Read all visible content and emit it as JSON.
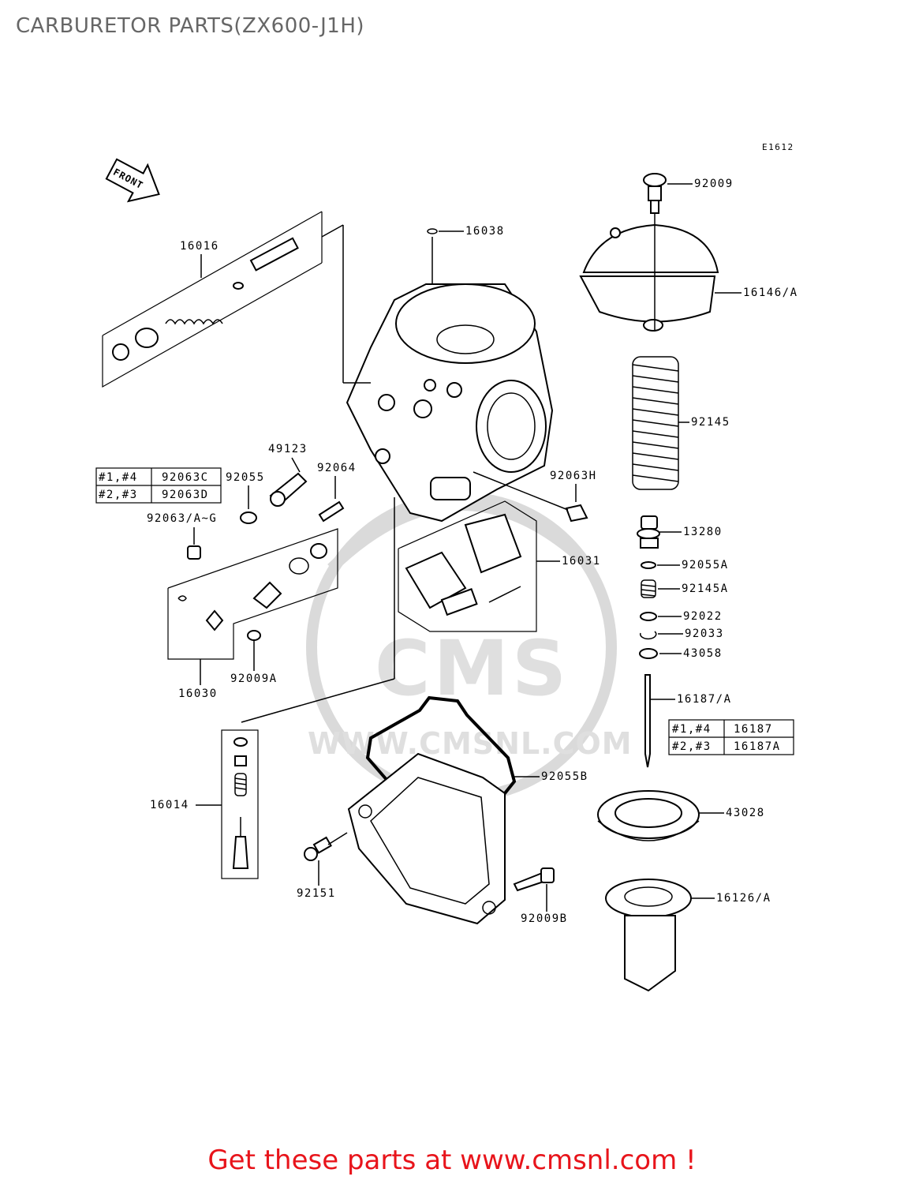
{
  "title": "CARBURETOR PARTS(ZX600-J1H)",
  "diagram_code": "E1612",
  "front_arrow_text": "FRONT",
  "part_labels": {
    "p92009": "92009",
    "p16038": "16038",
    "p16016": "16016",
    "p16146": "16146/A",
    "p92145": "92145",
    "p49123": "49123",
    "p92064": "92064",
    "p92055": "92055",
    "p92063h": "92063H",
    "p92063ag": "92063/A~G",
    "p13280": "13280",
    "p16031": "16031",
    "p92055a": "92055A",
    "p92145a": "92145A",
    "p92022": "92022",
    "p92033": "92033",
    "p43058": "43058",
    "p16030": "16030",
    "p92009a": "92009A",
    "p16187": "16187/A",
    "p16014": "16014",
    "p92055b": "92055B",
    "p43028": "43028",
    "p92151": "92151",
    "p92009b": "92009B",
    "p16126": "16126/A"
  },
  "table_left": [
    {
      "cyl": "#1,#4",
      "part": "92063C"
    },
    {
      "cyl": "#2,#3",
      "part": "92063D"
    }
  ],
  "table_right": [
    {
      "cyl": "#1,#4",
      "part": "16187"
    },
    {
      "cyl": "#2,#3",
      "part": "16187A"
    }
  ],
  "watermark": "WWW.CMSNL.COM",
  "watermark_logo": "CMS",
  "cta_text": "Get these parts at www.cmsnl.com !"
}
